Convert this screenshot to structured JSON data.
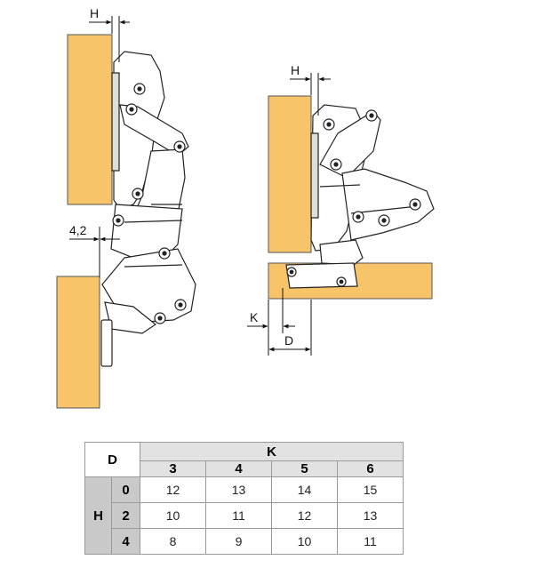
{
  "diagram": {
    "left_gap_label": "H",
    "left_overlay_label": "4,2",
    "right_gap_label": "H",
    "k_label": "K",
    "d_label": "D"
  },
  "table": {
    "corner_label": "D",
    "k_label": "K",
    "h_label": "H",
    "k_values": [
      "3",
      "4",
      "5",
      "6"
    ],
    "rows": [
      {
        "h": "0",
        "values": [
          "12",
          "13",
          "14",
          "15"
        ]
      },
      {
        "h": "2",
        "values": [
          "10",
          "11",
          "12",
          "13"
        ]
      },
      {
        "h": "4",
        "values": [
          "8",
          "9",
          "10",
          "11"
        ]
      }
    ]
  },
  "colors": {
    "wood": "#f7c46a",
    "table_header_gray": "#e2e2e2",
    "table_side_gray": "#c9c9c9"
  }
}
